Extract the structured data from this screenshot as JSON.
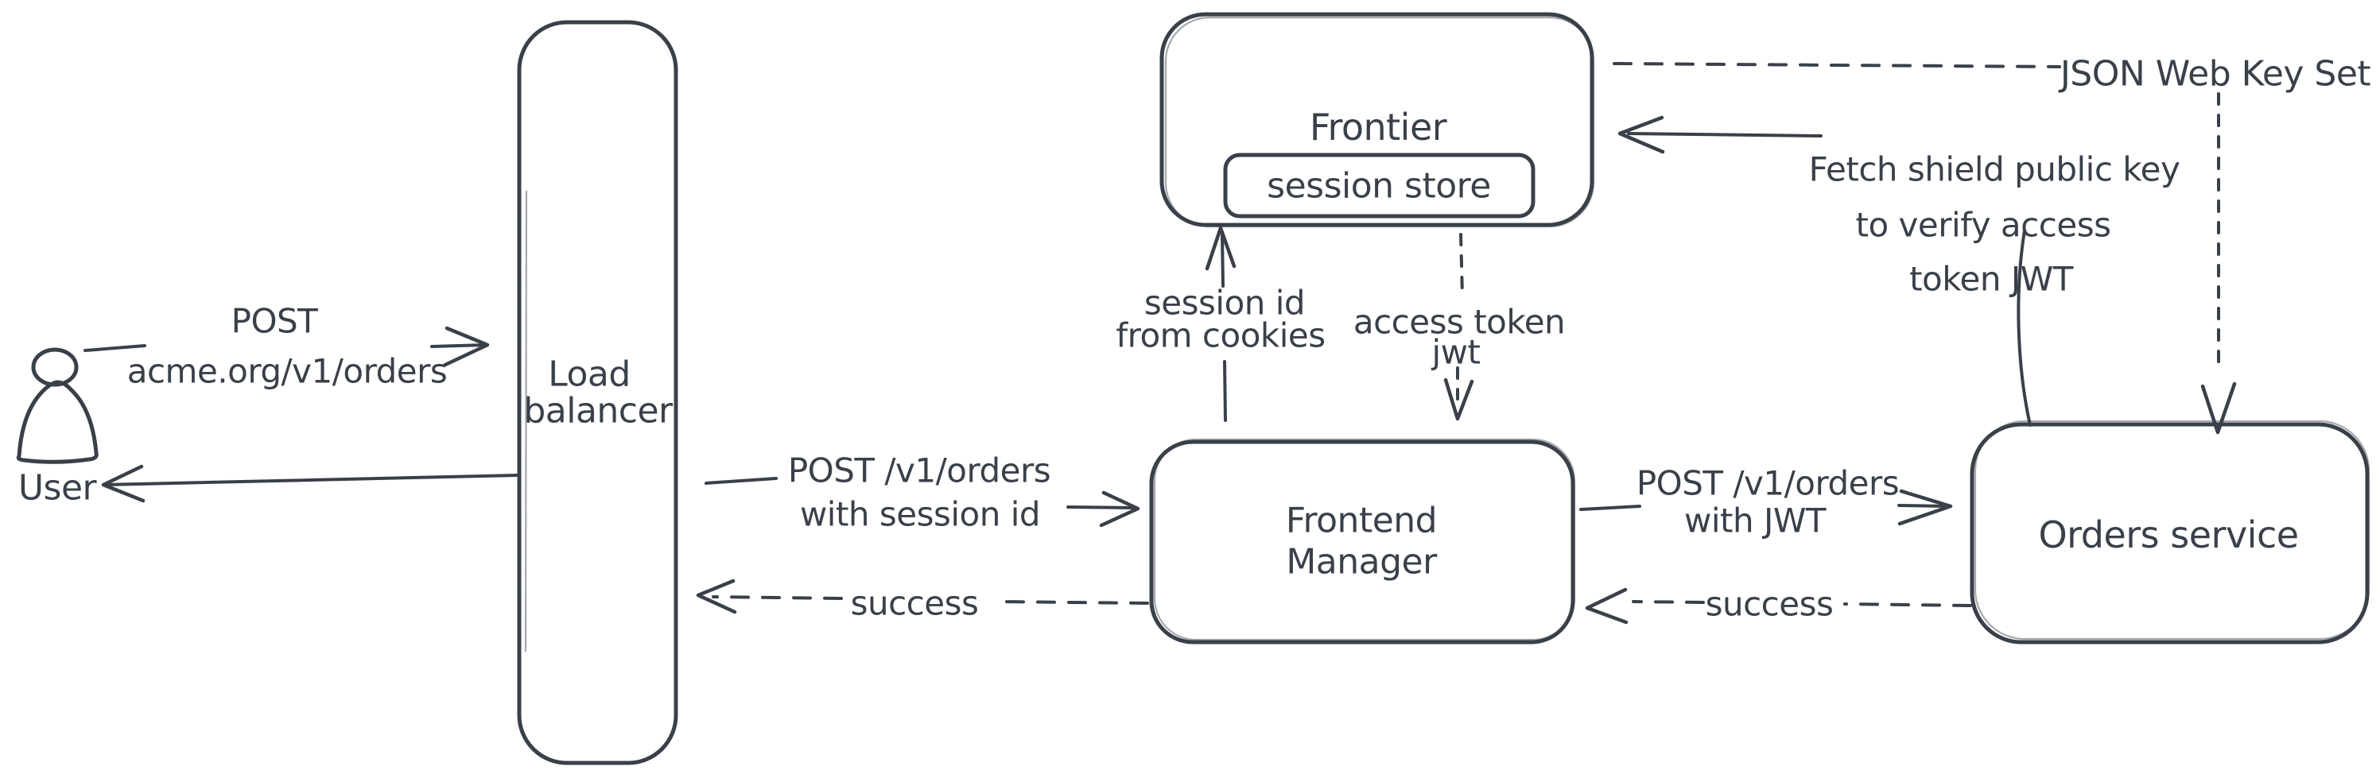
{
  "diagram": {
    "colors": {
      "stroke": "#3a404a",
      "hatch": "#c9d2dd",
      "background": "#ffffff"
    },
    "nodes": {
      "user": {
        "label": "User"
      },
      "load_balancer": {
        "label_line1": "Load",
        "label_line2": "balancer"
      },
      "frontier": {
        "label": "Frontier"
      },
      "session_store": {
        "label": "session store"
      },
      "frontend_manager": {
        "label_line1": "Frontend",
        "label_line2": "Manager"
      },
      "orders_service": {
        "label": "Orders service"
      }
    },
    "edges": {
      "user_to_load_balancer": {
        "style": "solid",
        "label_line1": "POST",
        "label_line2": "acme.org/v1/orders"
      },
      "load_balancer_to_user": {
        "style": "solid"
      },
      "load_balancer_to_frontend_manager": {
        "style": "solid",
        "label_line1": "POST /v1/orders",
        "label_line2": "with session id"
      },
      "frontend_manager_to_load_balancer": {
        "style": "dashed",
        "label": "success"
      },
      "frontend_manager_to_frontier": {
        "style": "solid",
        "label_line1": "session id",
        "label_line2": "from cookies"
      },
      "frontier_to_frontend_manager": {
        "style": "dashed",
        "label_line1": "access token",
        "label_line2": "jwt"
      },
      "frontend_manager_to_orders_service": {
        "style": "solid",
        "label_line1": "POST /v1/orders",
        "label_line2": "with JWT"
      },
      "orders_service_to_frontend_manager": {
        "style": "dashed",
        "label": "success"
      },
      "frontier_to_json_web_key_set": {
        "style": "dashed",
        "label": "JSON Web Key Set"
      },
      "json_web_key_set_to_orders_service": {
        "style": "dashed"
      },
      "orders_service_to_frontier": {
        "style": "solid",
        "label_line1": "Fetch shield public key",
        "label_line2": "to verify access",
        "label_line3": "token JWT"
      }
    }
  }
}
